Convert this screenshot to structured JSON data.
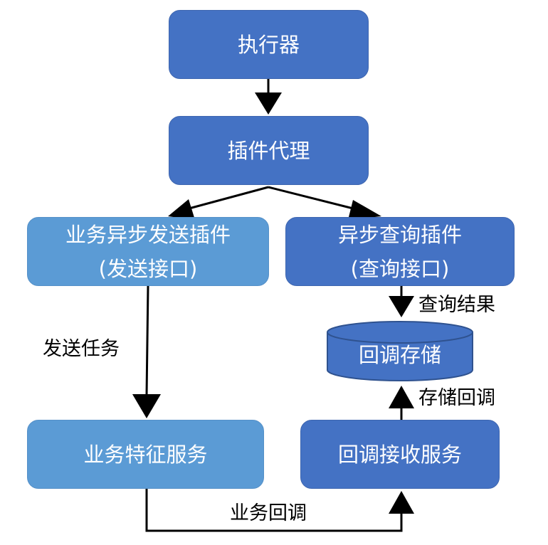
{
  "nodes": {
    "executor": "执行器",
    "plugin_proxy": "插件代理",
    "async_send_plugin": {
      "line1": "业务异步发送插件",
      "line2": "(发送接口)"
    },
    "async_query_plugin": {
      "line1": "异步查询插件",
      "line2": "(查询接口)"
    },
    "callback_storage": "回调存储",
    "business_feature_service": "业务特征服务",
    "callback_receive_service": "回调接收服务"
  },
  "edge_labels": {
    "send_task": "发送任务",
    "query_result": "查询结果",
    "store_callback": "存储回调",
    "business_callback": "业务回调"
  },
  "colors": {
    "dark_node": "#4472c4",
    "light_node": "#5b9bd5",
    "edge": "#000000",
    "node_text": "#ffffff"
  }
}
